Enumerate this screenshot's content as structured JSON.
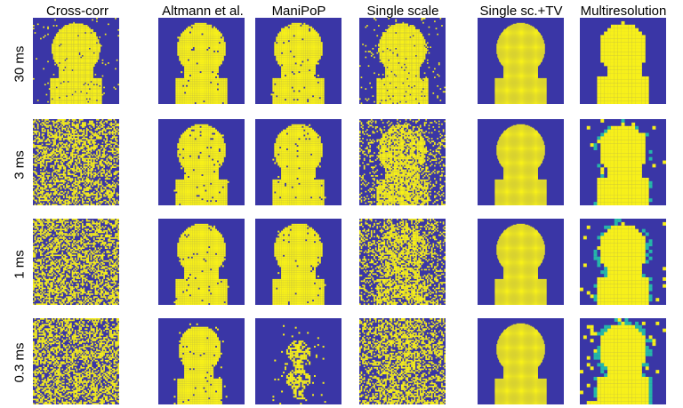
{
  "figure": {
    "columns": [
      "Cross-corr",
      "Altmann et al.",
      "ManiPoP",
      "Single scale",
      "Single sc.+TV",
      "Multiresolution"
    ],
    "rows": [
      "30 ms",
      "3 ms",
      "1 ms",
      "0.3 ms"
    ]
  },
  "colors": {
    "background_blue": "#3a36a6",
    "foreground_yellow": "#f7f01a",
    "edge_teal": "#25b7a8",
    "noise_dark": "#4a3fa8"
  }
}
